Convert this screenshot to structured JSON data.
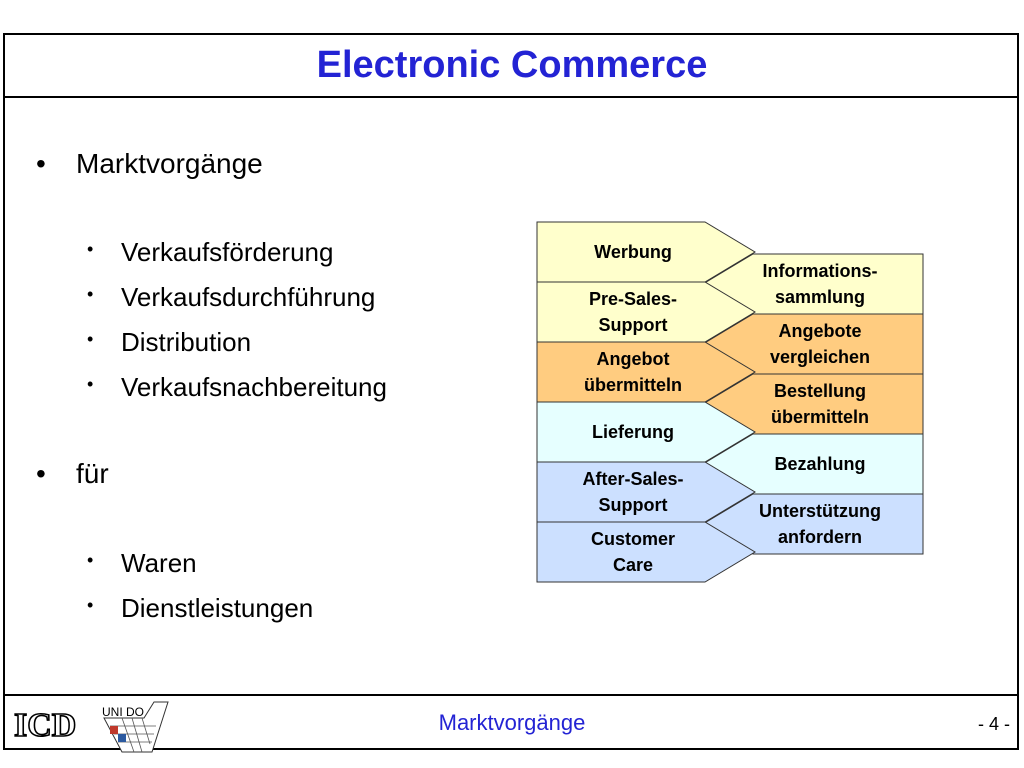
{
  "title": "Electronic Commerce",
  "bullets": {
    "level1_a": "Marktvorgänge",
    "sub_a": [
      "Verkaufsförderung",
      "Verkaufsdurchführung",
      "Distribution",
      "Verkaufsnachbereitung"
    ],
    "level1_b": "für",
    "sub_b": [
      "Waren",
      "Dienstleistungen"
    ]
  },
  "diagram": {
    "left": [
      {
        "lines": [
          "Werbung"
        ],
        "color": "#ffffcc"
      },
      {
        "lines": [
          "Pre-Sales-",
          "Support"
        ],
        "color": "#ffffcc"
      },
      {
        "lines": [
          "Angebot",
          "übermitteln"
        ],
        "color": "#ffcc80"
      },
      {
        "lines": [
          "Lieferung"
        ],
        "color": "#e6ffff"
      },
      {
        "lines": [
          "After-Sales-",
          "Support"
        ],
        "color": "#cce0ff"
      },
      {
        "lines": [
          "Customer",
          "Care"
        ],
        "color": "#cce0ff"
      }
    ],
    "right": [
      {
        "lines": [
          "Informations-",
          "sammlung"
        ],
        "color": "#ffffcc"
      },
      {
        "lines": [
          "Angebote",
          "vergleichen"
        ],
        "color": "#ffcc80"
      },
      {
        "lines": [
          "Bestellung",
          "übermitteln"
        ],
        "color": "#ffcc80"
      },
      {
        "lines": [
          "Bezahlung"
        ],
        "color": "#e6ffff"
      },
      {
        "lines": [
          "Unterstützung",
          "anfordern"
        ],
        "color": "#cce0ff"
      }
    ]
  },
  "footer": {
    "title": "Marktvorgänge",
    "page": "- 4 -",
    "logo_icd": "ICD",
    "logo_unido": "UNI DO"
  },
  "colors": {
    "title": "#2323d4",
    "footer": "#2323d4"
  }
}
